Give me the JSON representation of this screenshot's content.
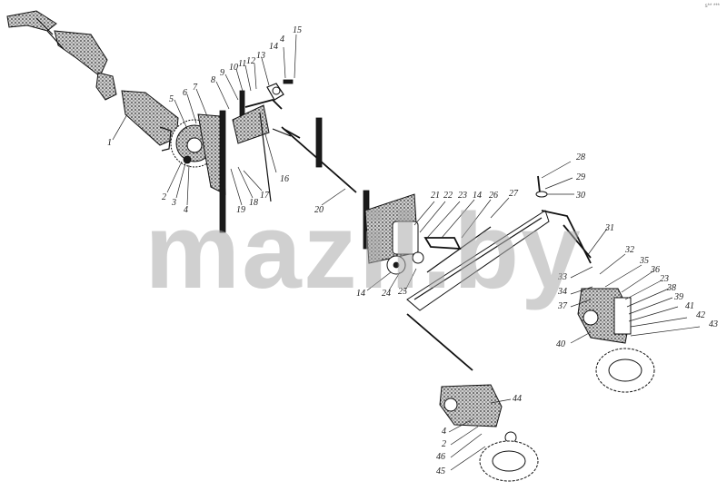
{
  "watermark": "mazil.by",
  "corner_mark": "s** ***",
  "callouts": [
    "1",
    "2",
    "3",
    "4",
    "5",
    "6",
    "7",
    "8",
    "9",
    "10",
    "11",
    "12",
    "13",
    "14",
    "4",
    "15",
    "16",
    "17",
    "18",
    "19",
    "20",
    "21",
    "22",
    "23",
    "14",
    "26",
    "27",
    "28",
    "29",
    "30",
    "31",
    "32",
    "33",
    "34",
    "37",
    "35",
    "36",
    "23",
    "38",
    "39",
    "41",
    "42",
    "43",
    "40",
    "14",
    "24",
    "25",
    "44",
    "4",
    "2",
    "46",
    "45"
  ],
  "colors": {
    "ink": "#111111",
    "watermark": "#aaaaaa",
    "background": "#ffffff"
  }
}
